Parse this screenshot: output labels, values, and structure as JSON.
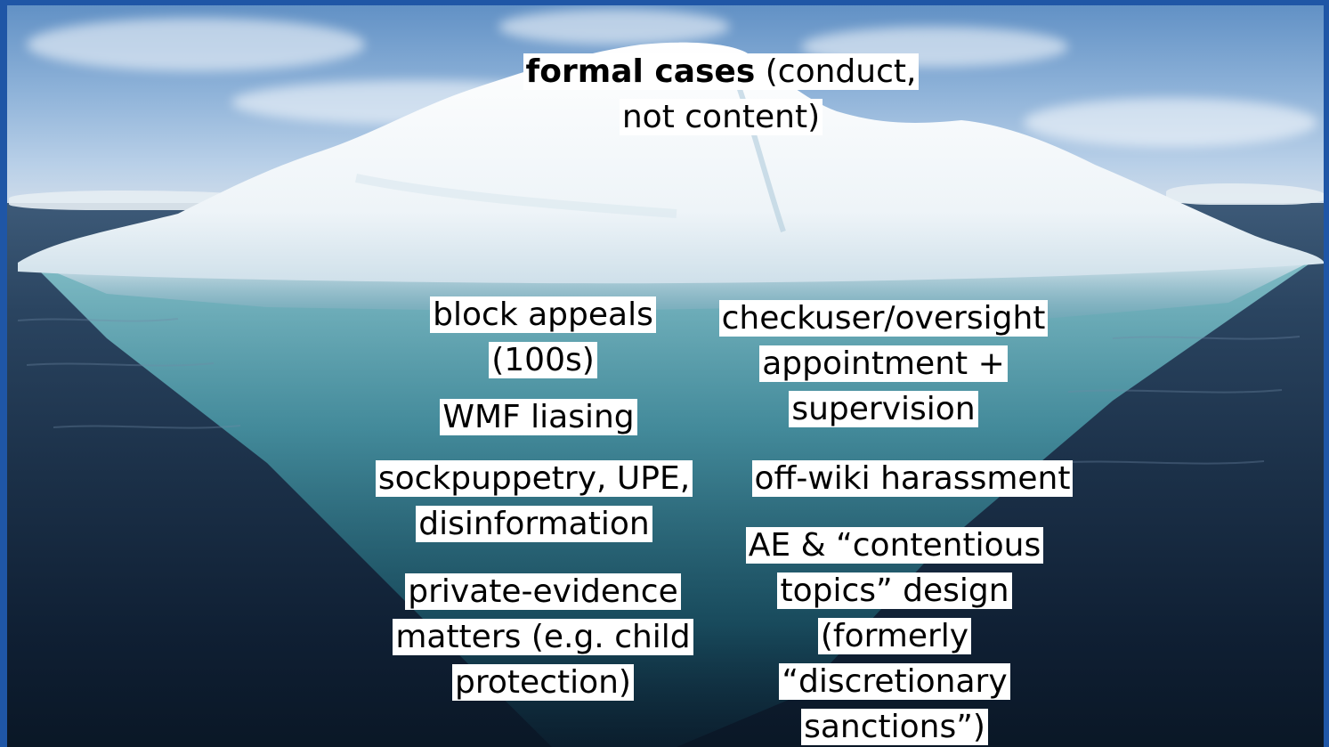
{
  "slide": {
    "frame_color": "#1f56a6",
    "above_water": {
      "title_bold": "formal cases",
      "title_rest": " (conduct,",
      "title_line2": "not content)"
    },
    "below_water_left": [
      {
        "lines": [
          "block appeals",
          "(100s)"
        ]
      },
      {
        "lines": [
          "WMF liasing"
        ]
      },
      {
        "lines": [
          "sockpuppetry, UPE,",
          "disinformation"
        ]
      },
      {
        "lines": [
          "private-evidence",
          "matters (e.g. child",
          "protection)"
        ]
      }
    ],
    "below_water_right": [
      {
        "lines": [
          "checkuser/oversight",
          "appointment +",
          "supervision"
        ]
      },
      {
        "lines": [
          "off-wiki harassment"
        ]
      },
      {
        "lines": [
          "AE & “contentious",
          "topics” design",
          "(formerly",
          "“discretionary",
          "sanctions”)"
        ]
      }
    ]
  }
}
